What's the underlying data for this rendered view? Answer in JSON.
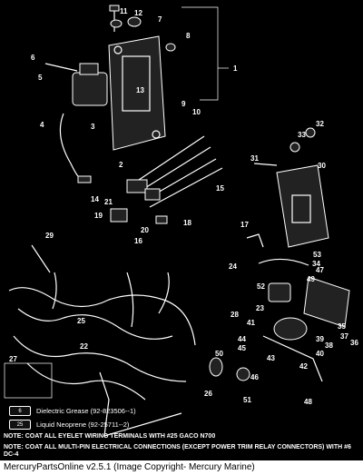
{
  "callouts": [
    "11",
    "12",
    "7",
    "6",
    "8",
    "1",
    "5",
    "3",
    "13",
    "9",
    "10",
    "4",
    "2",
    "33",
    "32",
    "31",
    "30",
    "15",
    "21",
    "14",
    "19",
    "20",
    "16",
    "18",
    "17",
    "29",
    "24",
    "34",
    "52",
    "26",
    "25",
    "22",
    "23",
    "28",
    "41",
    "35",
    "48",
    "36",
    "37",
    "38",
    "39",
    "40",
    "42",
    "43",
    "44",
    "45",
    "46",
    "47",
    "49",
    "50",
    "51",
    "53",
    "27"
  ],
  "legend": {
    "items": [
      {
        "tube_label": "6",
        "text": "Dielectric Grease (92-823506--1)"
      },
      {
        "tube_label": "25",
        "text": "Liquid Neoprene (92-25711--2)"
      }
    ]
  },
  "notes": [
    "NOTE: COAT ALL EYELET WIRING TERMINALS WITH #25 GACO N700",
    "NOTE: COAT ALL MULTI-PIN ELECTRICAL CONNECTIONS (EXCEPT POWER TRIM RELAY CONNECTORS) WITH #6 DC-4"
  ],
  "footer": "MercuryPartsOnline v2.5.1 (Image Copyright- Mercury Marine)"
}
